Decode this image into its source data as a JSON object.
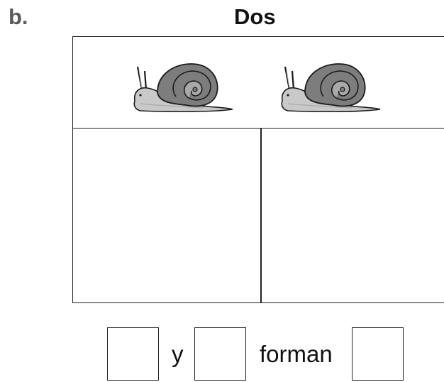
{
  "problem_label": "b.",
  "title": "Dos",
  "mat": {
    "top_items": [
      "snail-icon",
      "snail-icon"
    ],
    "parts": [
      "",
      ""
    ]
  },
  "equation": {
    "connector": "y",
    "result_word": "forman"
  },
  "colors": {
    "shell": "#7d7d7d",
    "shell_light": "#a9a9a9",
    "body": "#c9c9c9",
    "outline": "#1a1a1a"
  }
}
